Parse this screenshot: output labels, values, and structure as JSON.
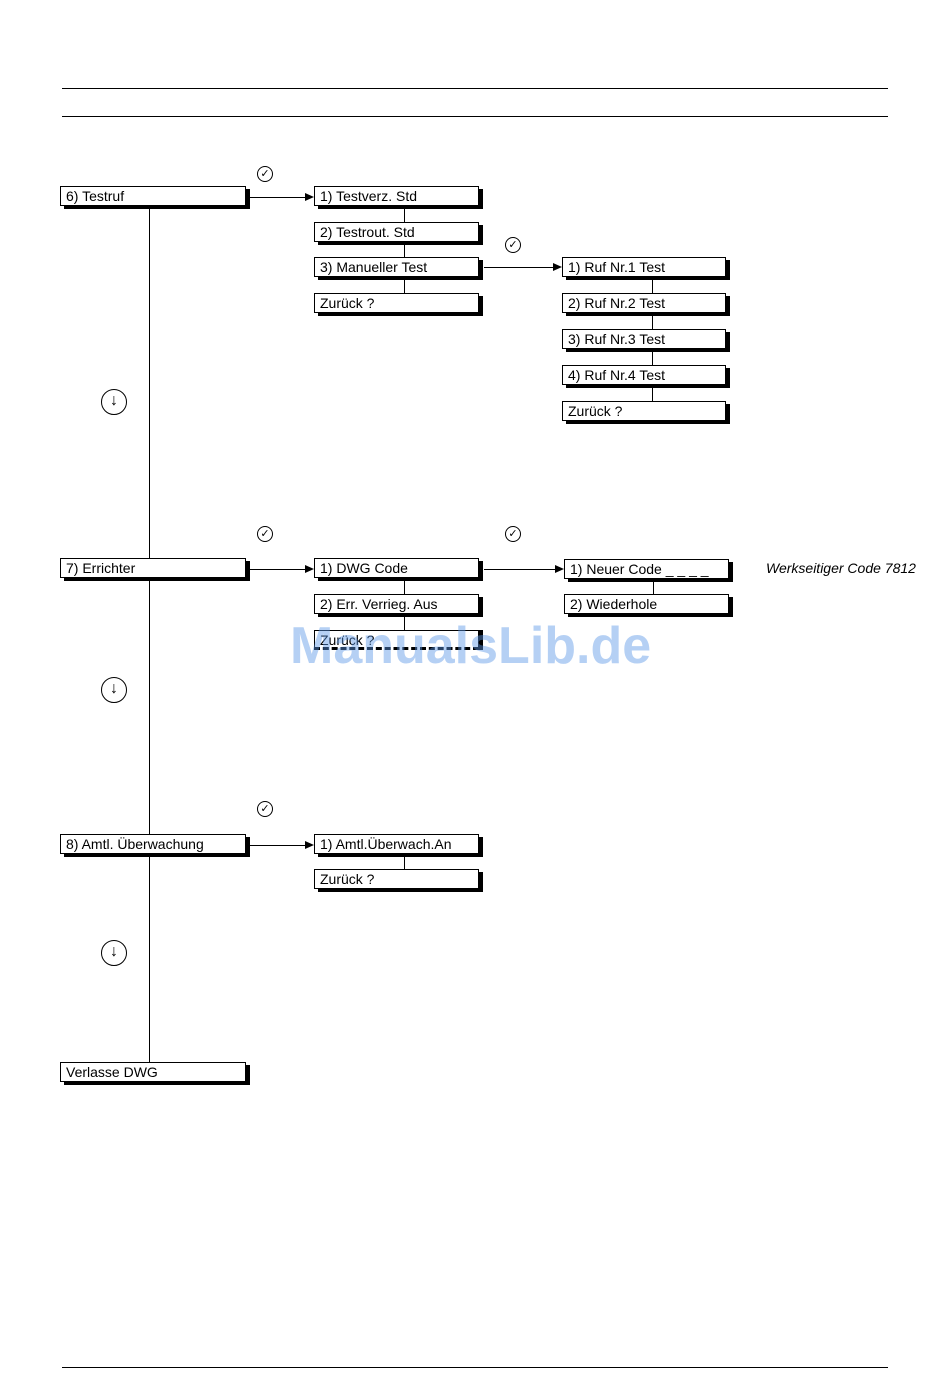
{
  "level1": {
    "testruf": "6) Testruf",
    "errichter": "7) Errichter",
    "amtl": "8) Amtl. Überwachung",
    "verlasse": "Verlasse DWG"
  },
  "testruf_menu": [
    "1) Testverz. Std",
    "2) Testrout. Std",
    "3) Manueller Test",
    "Zurück ?"
  ],
  "manual_test_menu": [
    "1) Ruf Nr.1 Test",
    "2) Ruf Nr.2 Test",
    "3) Ruf Nr.3 Test",
    "4) Ruf Nr.4 Test",
    "Zurück ?"
  ],
  "errichter_menu": [
    "1) DWG Code",
    "2) Err. Verrieg. Aus",
    "Zurück ?"
  ],
  "dwg_code_menu": [
    "1) Neuer Code _ _ _ _",
    "2) Wiederhole"
  ],
  "amtl_menu": [
    "1) Amtl.Überwach.An",
    "Zurück ?"
  ],
  "note": "Werkseitiger Code 7812",
  "icons": {
    "check": "✓",
    "down": "↓"
  },
  "watermark": "ManualsLib.de"
}
